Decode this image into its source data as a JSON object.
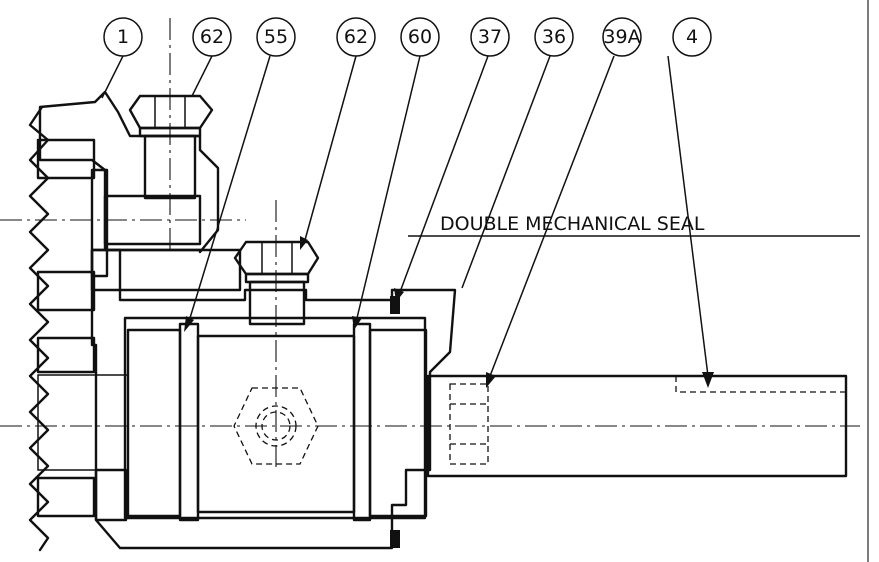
{
  "callouts": [
    "1",
    "62",
    "55",
    "62",
    "60",
    "37",
    "36",
    "39A",
    "4"
  ],
  "seal_label": "DOUBLE MECHANICAL SEAL"
}
